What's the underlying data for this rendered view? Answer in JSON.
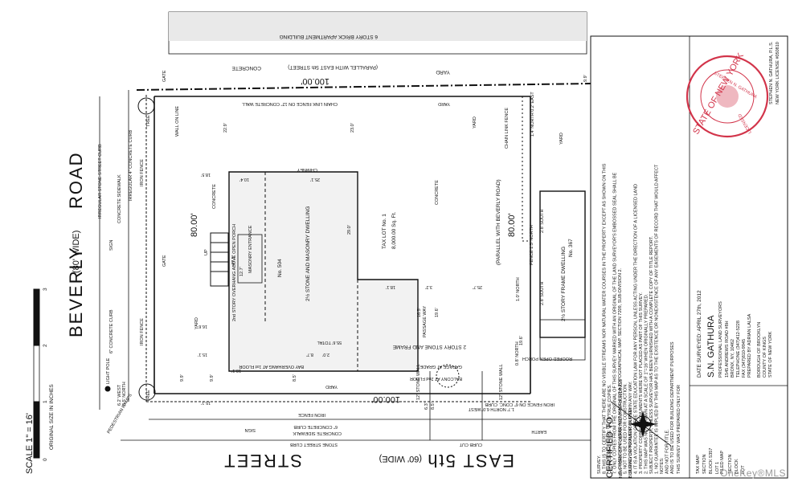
{
  "roads": {
    "beverly": "BEVERLY",
    "road": "ROAD",
    "beverly_width": "(80' WIDE)",
    "street": "STREET",
    "east5th": "EAST 5th",
    "east5th_width": "(60' WIDE)"
  },
  "scale": {
    "label": "SCALE 1\" = 16'",
    "original": "ORIGINAL SIZE IN INCHES",
    "ticks": [
      "0",
      "1",
      "2",
      "3"
    ]
  },
  "labels": {
    "apt_building": "6 STORY BRICK APARTMENT BUILDING",
    "concrete": "CONCRETE",
    "yard": "YARD",
    "parallel_east5": "(PARALLEL WITH EAST 5th STREET)",
    "dim_100_top": "100.00'",
    "dim_100_bottom": "100.00'",
    "chain_link_fence_12": "CHAIN LINK FENCE ON 12\" CONCRETE WALL",
    "chain_link_fence": "CHAIN LINK FENCE",
    "wall_on_line": "WALL ON LINE",
    "gate": "GATE",
    "tree": "TREE",
    "iron_fence": "IRON FENCE",
    "irregular_curb": "IRREGULAR 4\" CONCRETE CURB",
    "concrete_sidewalk": "CONCRETE SIDEWALK",
    "irregular_stone_curb": "IRREGULAR STONE STREET CURB",
    "sign": "SIGN",
    "dim_80_left": "80.00'",
    "dim_80_right": "80.00'",
    "parallel_beverly": "(PARALLEL WITH BEVERLY ROAD)",
    "tax_lot": "TAX LOT No. 1",
    "area": "8,000.00 Sq. Ft.",
    "dwelling_no": "No. 504",
    "dwelling_type": "2½ STONE AND MASONRY DWELLING",
    "porch": "2nd STORY OVERHANG ABOVE OPEN PORCH",
    "masonry_entrance": "MASONRY ENTRANCE",
    "up": "UP",
    "chimney": "CHIMNEY",
    "bay_overhang": "BAY OVERHANG AT 1st FLOOR",
    "total": "55.6' TOTAL",
    "frame_building": "2 STORY STONE AND FRAME",
    "garage": "GARAGE AT GRADE",
    "passage": "PASSAGE WAY",
    "balcony": "BALCONY AT 2nd FLOOR",
    "stone_wall": "12\" STONE WALL",
    "neighbor_no": "No. 367",
    "neighbor_type": "2½ STORY FRAME DWELLING",
    "roofed_porch": "ROOFED OPEN PORCH",
    "light_pole": "LIGHT POLE",
    "ped_ramps": "PEDESTRIAN RAMPS",
    "stone_street_curb": "STONE STREET CURB",
    "concrete_curb_6": "6\" CONCRETE CURB",
    "curb_cut": "CURB CUT",
    "earth": "EARTH",
    "iron_fence_on": "IRON FENCE ON 6\" CONC. CURB",
    "corner_w": "6.2' WEST",
    "corner_n": "8.5' NORTH",
    "east_se": "1.7' NORTH 6.0' WEST",
    "ne_corner": "1.4' NORTH 0.2' EAST",
    "fence_north": "FENCE 1.5' NORTH"
  },
  "dims": [
    "22.9'",
    "23.0'",
    "18.5'",
    "10.4'",
    "25.1'",
    "47.5'",
    "12.7'",
    "29.0'",
    "18.1'",
    "3.2'",
    "25.7'",
    "9.9'",
    "16.6'",
    "10.1'",
    "8.7'",
    "2.0'",
    "8.5'",
    "9.9'",
    "15.1'",
    "6.3'",
    "8.5'",
    "19.6'",
    "16.5'",
    "9.9'",
    "2.8' SOUTH",
    "2.8' SOUTH",
    "1.0' NORTH",
    "19.6'",
    "0.8' NORTH",
    "15.1'"
  ],
  "notes": {
    "title": "THIS SURVEY WAS PREPARED ONLY FOR",
    "lines": [
      "AND IS TO BE USED FOR BUILDING DEPARTMENT PURPOSES",
      "AND NOT FOR TITLE.",
      "NOTES:",
      "1. NO GUARANTEE IS IMPLIED BY THIS MAP AS TO THE EXISTENCE OR NONEXISTENCE OF ANY EASEMENTS OF RECORD THAT WOULD AFFECT",
      "SUBJECT PROPERTY, UNLESS SURVEYOR HAS BEEN FURNISHED WITH A COMPLETE COPY OF TITLE REPORT.",
      "2. THIS MAP WAS NOT DRAWN AT A SCALE OF 1\"=16' WHEN ORIGINALLY PREPARED.",
      "3. PROPERTY CORNER MONUMENTS WERE NOT PLACED AS PART OF THIS SURVEY.",
      "4. IT IS A VIOLATION OF THE STATE EDUCATION LAW FOR ANY PERSON, UNLESS ACTING UNDER THE DIRECTION OF A LICENSED LAND",
      "SURVEYOR TO ALTER AN ITEM IN ANY WAY.",
      "5. NOT TO BE USED FOR CONSTRUCTION.",
      "6. DIMENSIONS WERE NOT MADE FOR A TOPOGRAPHICAL MAP. SECTION 7209, SUB-DIVISION 2.",
      "7. ONLY COPIES FROM THE ORIGINAL OF THIS SURVEY MARKED WITH AN ORIGINAL OF THE LAND SURVEYOR'S EMBOSSED SEAL SHALL BE",
      "CONSIDERED TO BE VALID TRUE COPIES.",
      "8. THIS IS TO CERTIFY THAT THERE ARE NO VISIBLE STREAMS NOR NATURAL WATER COURSES IN THE PROPERTY EXCEPT AS SHOWN ON THIS",
      "SURVEY."
    ]
  },
  "surveyor": {
    "date": "DATE SURVEYED: APRIL 27th, 2012",
    "name": "S.N. GATHURA",
    "title": "PROFESSIONAL LAND SURVEYORS",
    "address1": "1545 ANDREWS ROAD #8H",
    "address2": "BRONX, NY, 10462",
    "tel": "TELEPHONE (347)412-5228",
    "fax": "FAX (347)810-9945",
    "prepared": "PREPARED BY ADRIAN LALSA",
    "borough": "BOROUGH OF BROOKLYN",
    "county": "COUNTY OF KINGS",
    "state": "STATE OF NEW YORK"
  },
  "filed_map": {
    "title": "FILED MAP",
    "section": "SECTION",
    "block": "BLOCK",
    "lot": "LOT"
  },
  "tax_map": {
    "title": "TAX MAP",
    "section": "SECTION",
    "block": "BLOCK  5357",
    "lot": "LOT  1"
  },
  "certified": {
    "title": "CERTIFIED TO:",
    "line1": "NEW YORK CITY DEPARTMENT OF BUILDINGS",
    "line2": "BUILDING DEPARTMENT SURVEY"
  },
  "seal": {
    "outer": "STATE OF NEW YORK",
    "inner": "LICENSED",
    "name": "STEPHEN N. GATHURA",
    "stamp1": "STEPHEN N. GATHURA, P.L.S.",
    "stamp2": "NEW YORK LICENSE #050810"
  },
  "watermark": "OneKey®MLS",
  "colors": {
    "ink": "#111111",
    "stamp": "#d2344a",
    "watermark": "#9a9a9a"
  }
}
